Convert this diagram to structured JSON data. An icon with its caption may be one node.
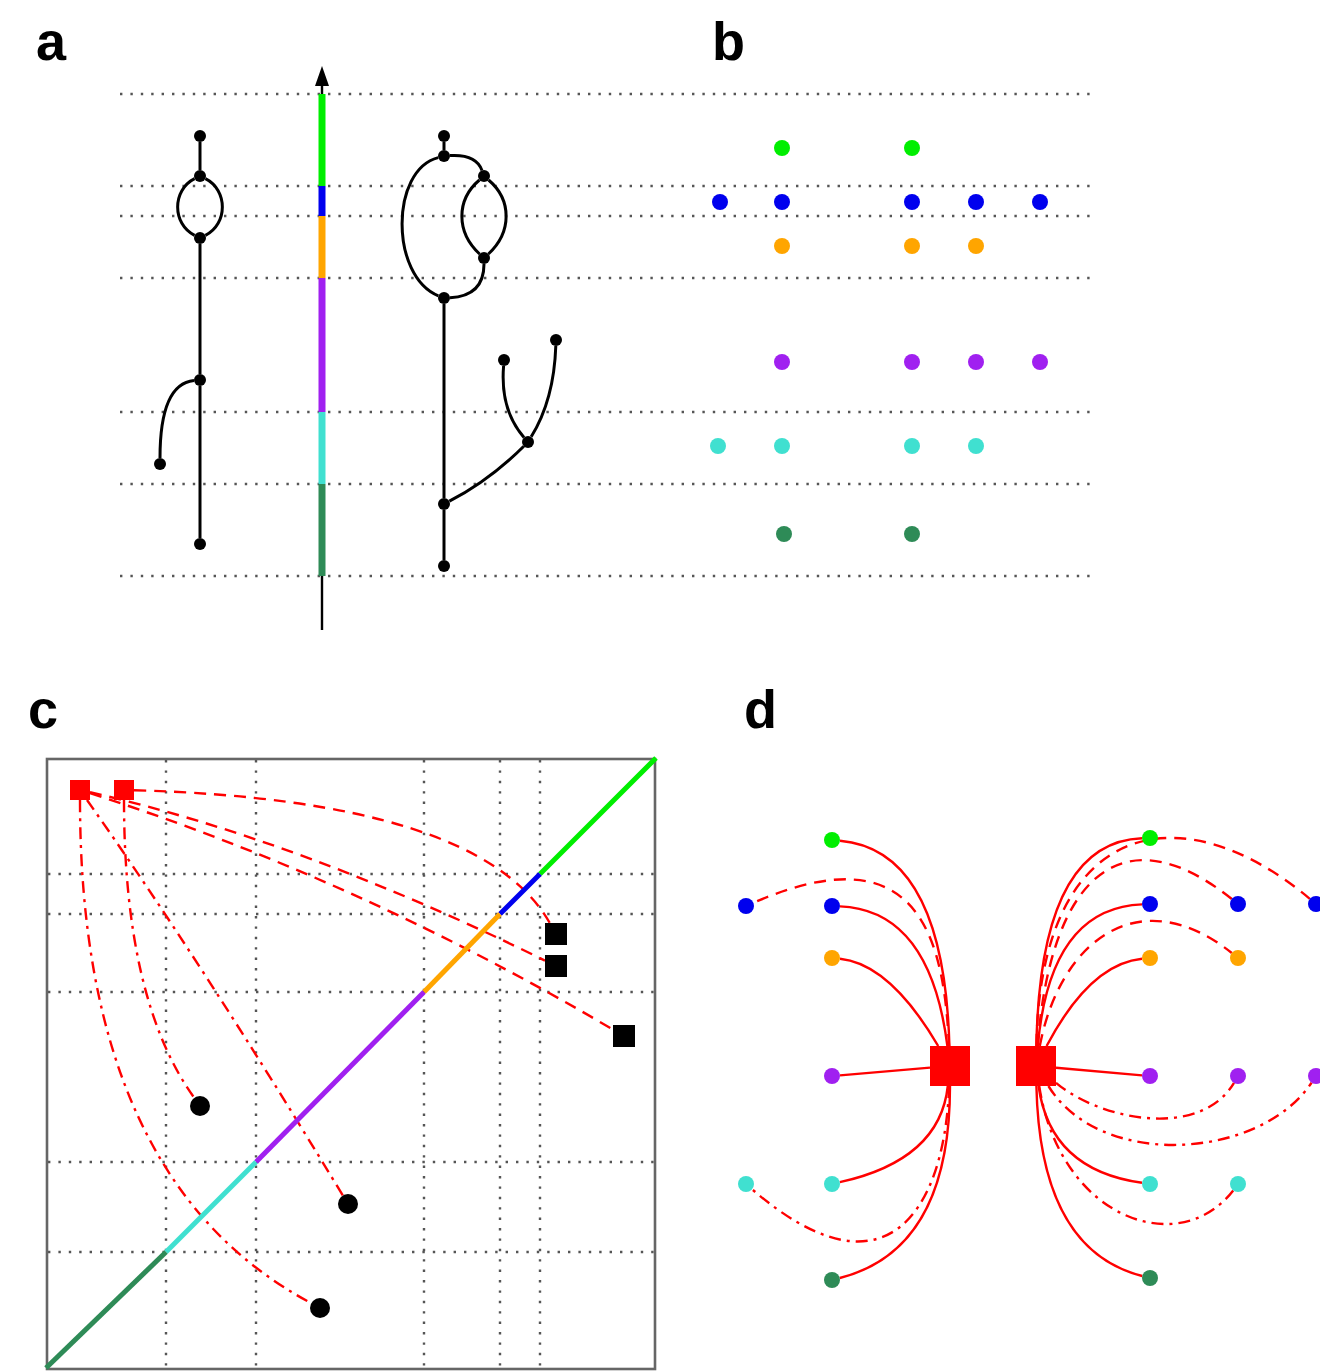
{
  "diagram": {
    "nodes": [
      {
        "text": [],
        "shape": "circle"
      },
      {
        "text": [],
        "shape": "circle"
      },
      {
        "text": [],
        "shape": "circle"
      },
      {
        "text": [],
        "shape": "circle"
      },
      {
        "text": [],
        "shape": "circle"
      },
      {
        "text": [],
        "shape": "circle"
      },
      {
        "text": [],
        "shape": "circle"
      },
      {
        "text": [],
        "shape": "circle"
      },
      {
        "text": [],
        "shape": "circle"
      },
      {
        "text": [],
        "shape": "circle"
      },
      {
        "text": [],
        "shape": "circle"
      },
      {
        "text": [],
        "shape": "circle"
      },
      {
        "text": [],
        "shape": "circle"
      },
      {
        "text": [],
        "shape": "circle"
      },
      {
        "text": [],
        "shape": "circle"
      },
      {
        "text": [],
        "shape": "circle"
      },
      {
        "text": [],
        "shape": "circle"
      },
      {
        "text": [],
        "shape": "circle"
      },
      {
        "text": [],
        "shape": "circle"
      },
      {
        "text": [],
        "shape": "circle"
      },
      {
        "text": [],
        "shape": "circle"
      },
      {
        "text": [],
        "shape": "circle"
      },
      {
        "text": [],
        "shape": "circle"
      },
      {
        "text": [],
        "shape": "circle"
      },
      {
        "text": [],
        "shape": "circle"
      },
      {
        "text": [],
        "shape": "circle"
      },
      {
        "text": [],
        "shape": "circle"
      },
      {
        "text": [],
        "shape": "circle"
      },
      {
        "text": [],
        "shape": "circle"
      },
      {
        "text": [],
        "shape": "circle"
      },
      {
        "text": [],
        "shape": "circle"
      },
      {
        "text": [],
        "shape": "circle"
      },
      {
        "text": [],
        "shape": "circle"
      },
      {
        "text": [],
        "shape": "circle"
      },
      {
        "text": [],
        "shape": "circle"
      },
      {
        "text": [],
        "shape": "circle"
      },
      {
        "text": [],
        "shape": "box"
      },
      {
        "text": [],
        "shape": "box"
      },
      {
        "text": [],
        "shape": "box"
      },
      {
        "text": [],
        "shape": "box"
      },
      {
        "text": [],
        "shape": "box"
      },
      {
        "text": [],
        "shape": "circle"
      },
      {
        "text": [],
        "shape": "circle"
      },
      {
        "text": [],
        "shape": "circle"
      },
      {
        "text": [],
        "shape": "box"
      },
      {
        "text": [],
        "shape": "box"
      },
      {
        "text": [],
        "shape": "circle"
      },
      {
        "text": [],
        "shape": "circle"
      },
      {
        "text": [],
        "shape": "circle"
      },
      {
        "text": [],
        "shape": "circle"
      },
      {
        "text": [],
        "shape": "circle"
      },
      {
        "text": [],
        "shape": "circle"
      },
      {
        "text": [],
        "shape": "circle"
      },
      {
        "text": [],
        "shape": "circle"
      },
      {
        "text": [],
        "shape": "circle"
      },
      {
        "text": [],
        "shape": "circle"
      },
      {
        "text": [],
        "shape": "circle"
      },
      {
        "text": [],
        "shape": "circle"
      },
      {
        "text": [],
        "shape": "circle"
      },
      {
        "text": [],
        "shape": "circle"
      },
      {
        "text": [],
        "shape": "circle"
      },
      {
        "text": [],
        "shape": "circle"
      },
      {
        "text": [],
        "shape": "circle"
      },
      {
        "text": [],
        "shape": "circle"
      },
      {
        "text": [],
        "shape": "circle"
      },
      {
        "text": [],
        "shape": "circle"
      }
    ],
    "edges": [
      {
        "from": 0,
        "to": 1,
        "arrow": "none",
        "color": "#000000"
      },
      {
        "from": 1,
        "to": 2,
        "arrow": "none",
        "color": "#000000"
      },
      {
        "from": 1,
        "to": 2,
        "arrow": "none",
        "color": "#000000"
      },
      {
        "from": 2,
        "to": 3,
        "arrow": "none",
        "color": "#000000"
      },
      {
        "from": 3,
        "to": 4,
        "arrow": "none",
        "color": "#000000"
      },
      {
        "from": 3,
        "to": 5,
        "arrow": "none",
        "color": "#000000"
      },
      {
        "from": 6,
        "to": 7,
        "arrow": "none",
        "color": "#000000"
      },
      {
        "from": 7,
        "to": 8,
        "arrow": "none",
        "color": "#000000"
      },
      {
        "from": 8,
        "to": 9,
        "arrow": "none",
        "color": "#000000"
      },
      {
        "from": 8,
        "to": 9,
        "arrow": "none",
        "color": "#000000"
      },
      {
        "from": 9,
        "to": 10,
        "arrow": "none",
        "color": "#000000"
      },
      {
        "from": 7,
        "to": 10,
        "arrow": "none",
        "color": "#000000"
      },
      {
        "from": 10,
        "to": 14,
        "arrow": "none",
        "color": "#000000"
      },
      {
        "from": 11,
        "to": 13,
        "arrow": "none",
        "color": "#000000"
      },
      {
        "from": 12,
        "to": 13,
        "arrow": "none",
        "color": "#000000"
      },
      {
        "from": 13,
        "to": 14,
        "arrow": "none",
        "color": "#000000"
      },
      {
        "from": 14,
        "to": 15,
        "arrow": "none",
        "color": "#000000"
      },
      {
        "from": 36,
        "to": 39,
        "arrow": "none",
        "style": "dashed"
      },
      {
        "from": 36,
        "to": 40,
        "arrow": "none",
        "style": "dashed"
      },
      {
        "from": 37,
        "to": 38,
        "arrow": "none",
        "style": "dashed"
      },
      {
        "from": 37,
        "to": 41,
        "arrow": "none",
        "style": "dashed"
      },
      {
        "from": 36,
        "to": 42,
        "arrow": "none",
        "style": "dashed"
      },
      {
        "from": 36,
        "to": 43,
        "arrow": "none",
        "style": "dashed"
      },
      {
        "from": 44,
        "to": 46,
        "arrow": "none"
      },
      {
        "from": 44,
        "to": 49,
        "arrow": "none"
      },
      {
        "from": 44,
        "to": 53,
        "arrow": "none"
      },
      {
        "from": 44,
        "to": 56,
        "arrow": "none"
      },
      {
        "from": 44,
        "to": 61,
        "arrow": "none"
      },
      {
        "from": 44,
        "to": 64,
        "arrow": "none"
      },
      {
        "from": 44,
        "to": 48,
        "arrow": "none",
        "style": "dashed"
      },
      {
        "from": 44,
        "to": 60,
        "arrow": "none",
        "style": "dashed"
      },
      {
        "from": 45,
        "to": 47,
        "arrow": "none"
      },
      {
        "from": 45,
        "to": 50,
        "arrow": "none"
      },
      {
        "from": 45,
        "to": 54,
        "arrow": "none"
      },
      {
        "from": 45,
        "to": 57,
        "arrow": "none"
      },
      {
        "from": 45,
        "to": 62,
        "arrow": "none"
      },
      {
        "from": 45,
        "to": 65,
        "arrow": "none"
      },
      {
        "from": 45,
        "to": 51,
        "arrow": "none",
        "style": "dashed"
      },
      {
        "from": 45,
        "to": 52,
        "arrow": "none",
        "style": "dashed"
      },
      {
        "from": 45,
        "to": 55,
        "arrow": "none",
        "style": "dashed"
      },
      {
        "from": 45,
        "to": 58,
        "arrow": "none",
        "style": "dashed"
      },
      {
        "from": 45,
        "to": 59,
        "arrow": "none",
        "style": "dashed"
      },
      {
        "from": 45,
        "to": 63,
        "arrow": "none",
        "style": "dashed"
      }
    ],
    "labels": [
      "a",
      "b",
      "c",
      "d"
    ]
  }
}
